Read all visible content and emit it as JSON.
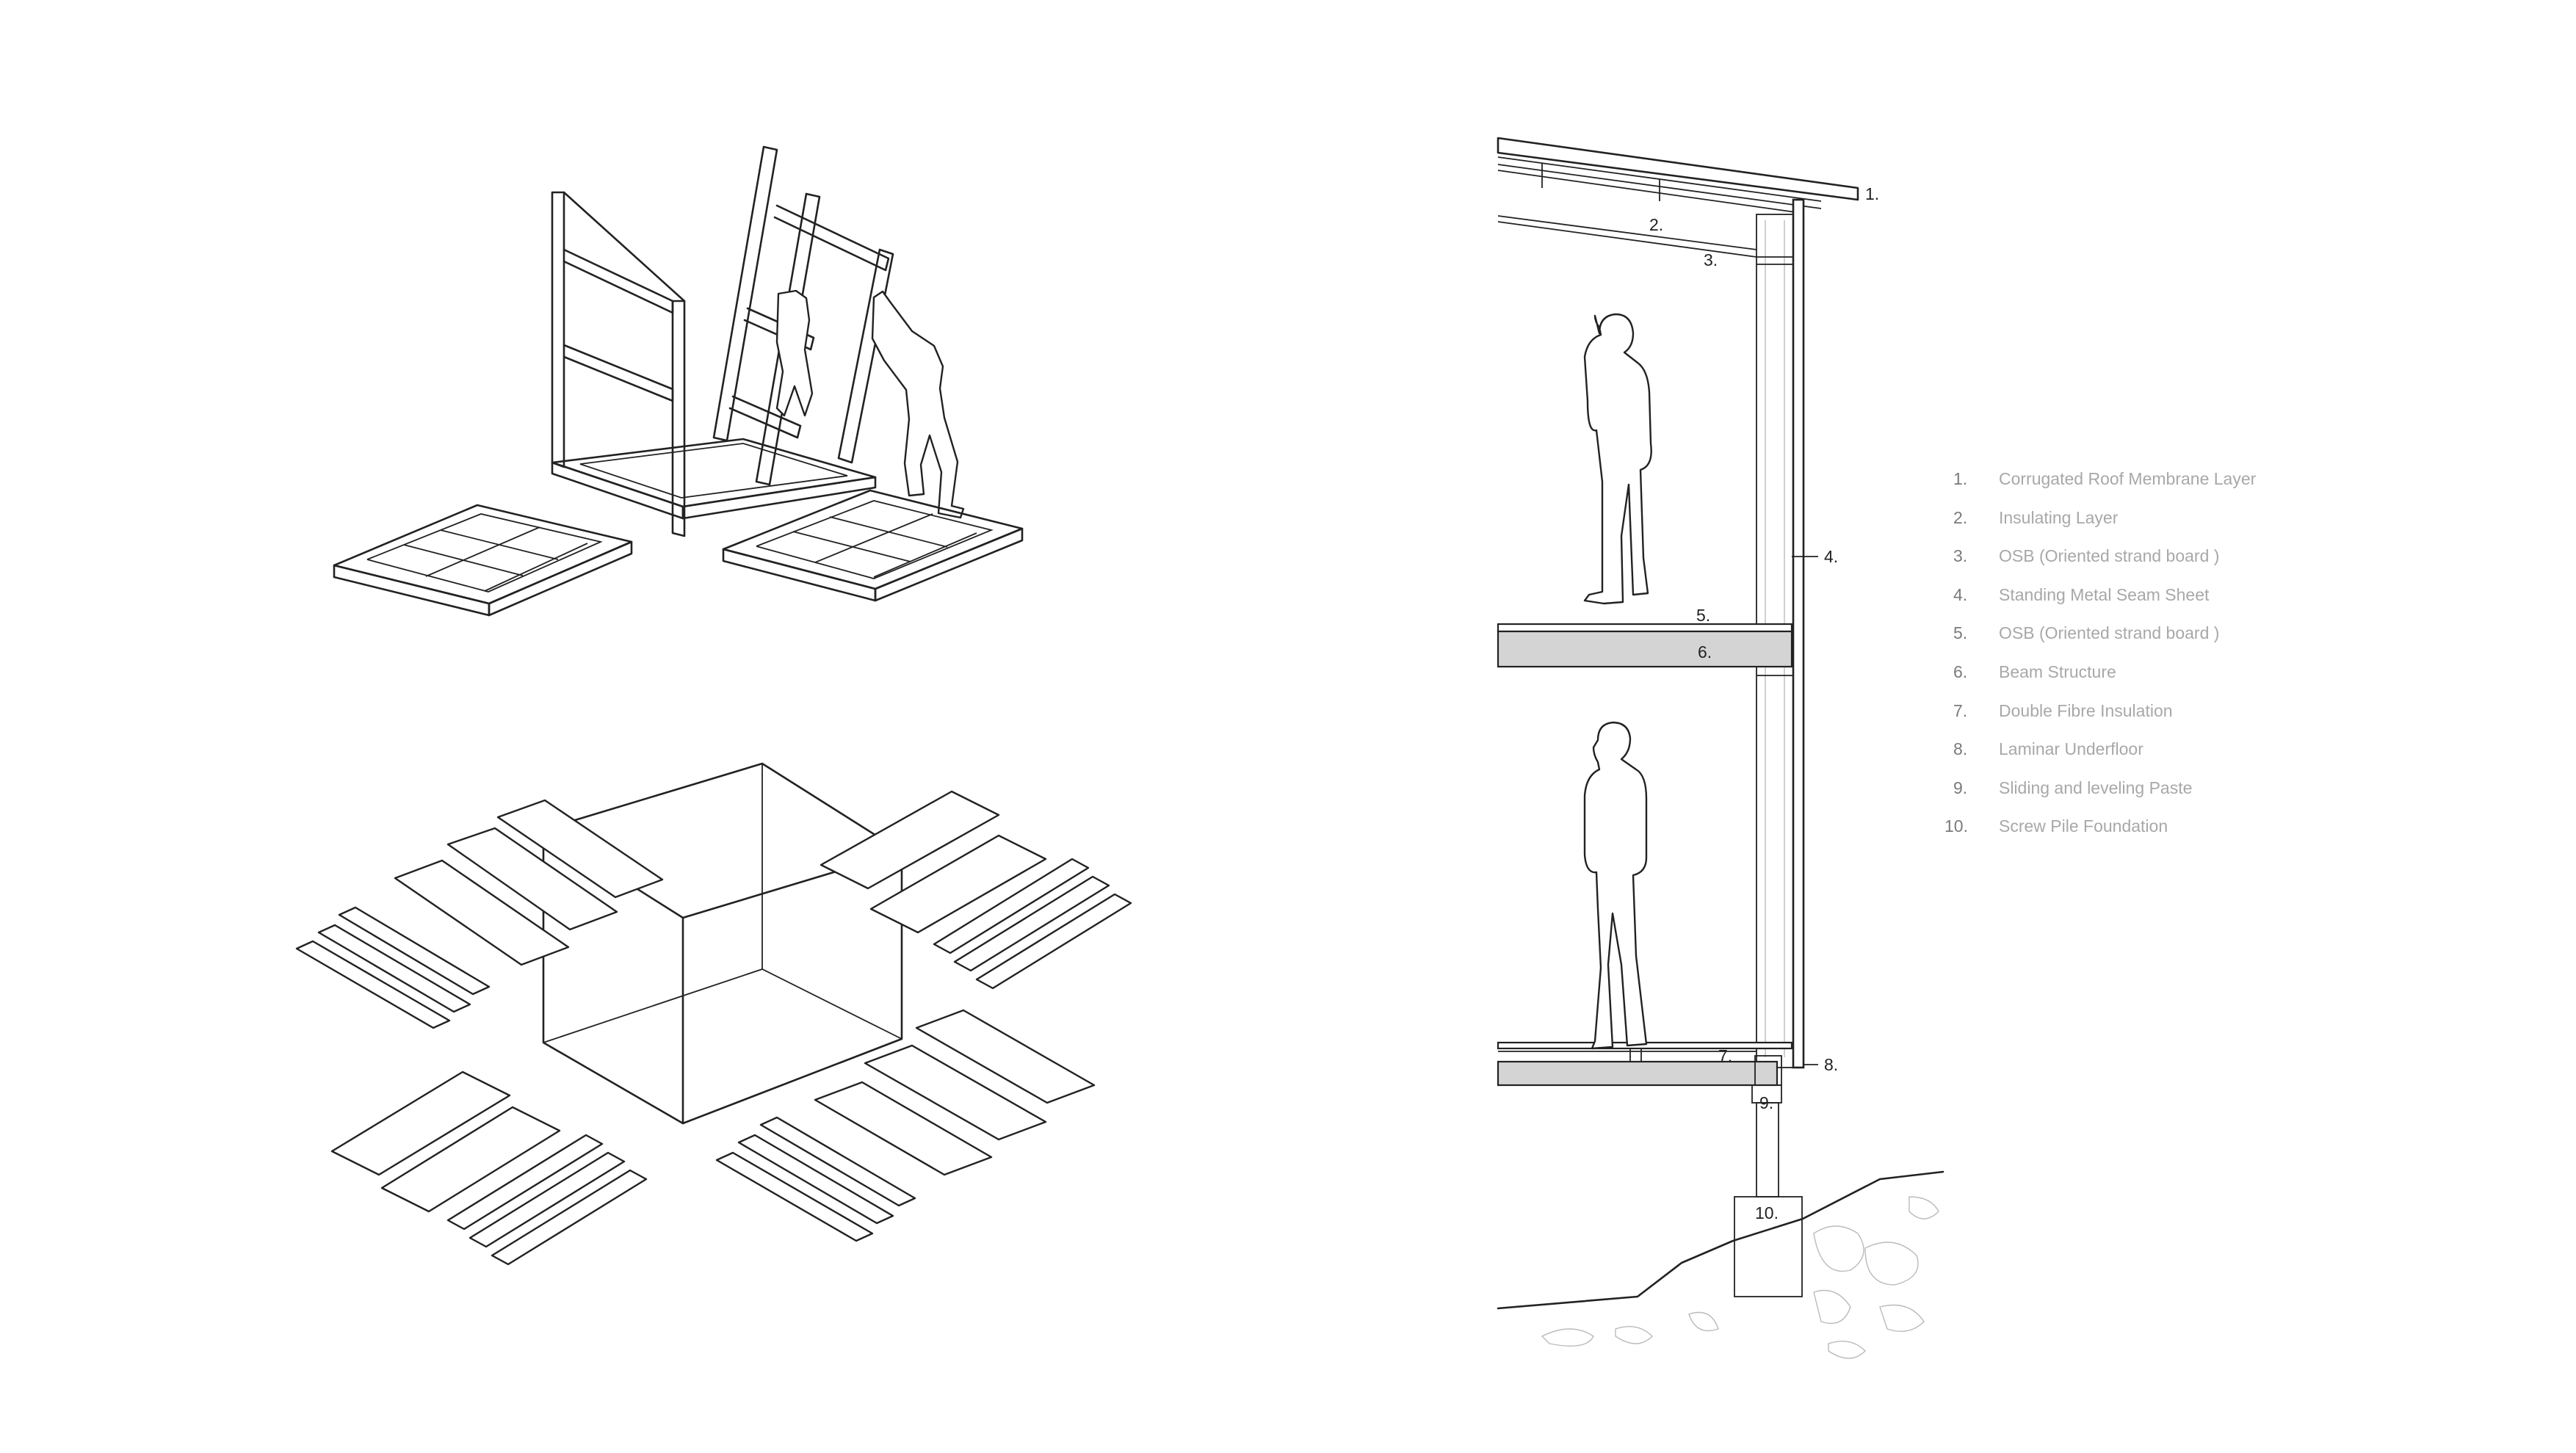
{
  "section_callouts": [
    "1.",
    "2.",
    "3.",
    "4.",
    "5.",
    "6.",
    "7.",
    "8.",
    "9.",
    "10."
  ],
  "legend": [
    {
      "num": "1.",
      "text": "Corrugated Roof Membrane Layer"
    },
    {
      "num": "2.",
      "text": "Insulating Layer"
    },
    {
      "num": "3.",
      "text": "OSB (Oriented strand board )"
    },
    {
      "num": "4.",
      "text": "Standing Metal Seam Sheet"
    },
    {
      "num": "5.",
      "text": "OSB (Oriented strand board )"
    },
    {
      "num": "6.",
      "text": "Beam Structure"
    },
    {
      "num": "7.",
      "text": "Double Fibre Insulation"
    },
    {
      "num": "8.",
      "text": "Laminar Underfloor"
    },
    {
      "num": "9.",
      "text": "Sliding and leveling Paste"
    },
    {
      "num": "10.",
      "text": "Screw Pile Foundation"
    }
  ]
}
